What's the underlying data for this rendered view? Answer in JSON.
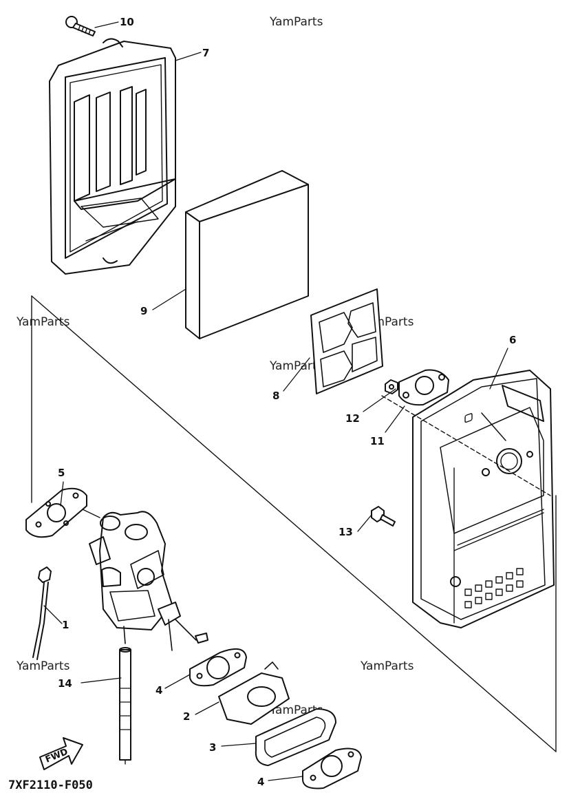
{
  "watermark": "YamParts",
  "diagram_code": "7XF2110-F050",
  "fwd_label": "FWD",
  "callouts": {
    "c1": "1",
    "c2": "2",
    "c3": "3",
    "c4a": "4",
    "c4b": "4",
    "c5": "5",
    "c6": "6",
    "c7": "7",
    "c8": "8",
    "c9": "9",
    "c10": "10",
    "c11": "11",
    "c12": "12",
    "c13": "13",
    "c14": "14"
  }
}
